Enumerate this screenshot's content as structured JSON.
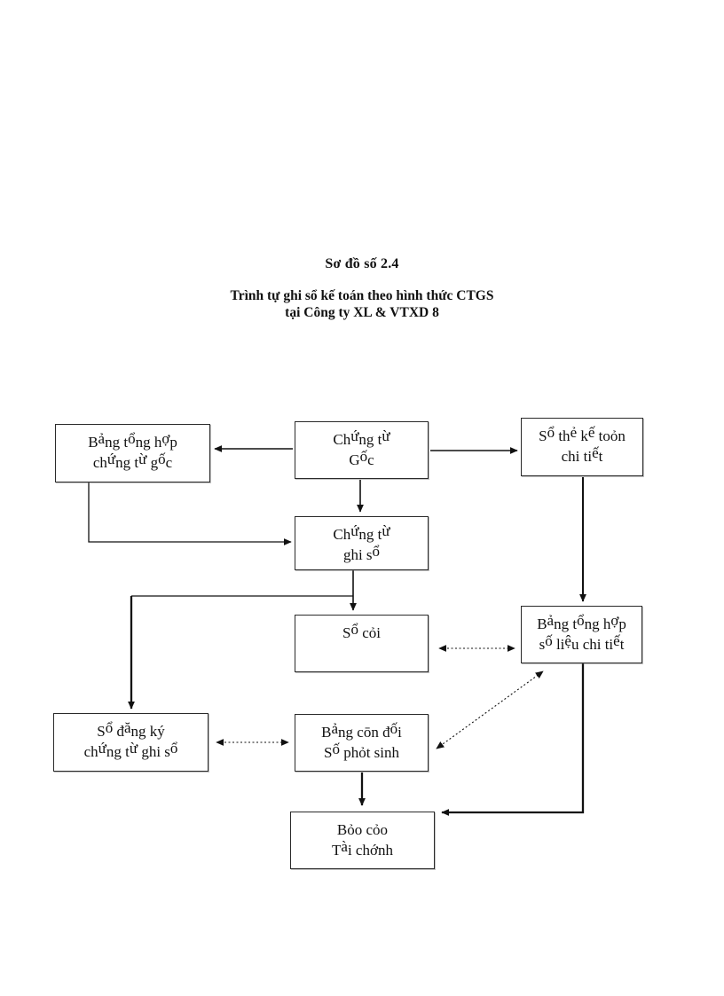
{
  "page": {
    "title": "Sơ đồ số 2.4",
    "subtitle_lines": [
      "Trình tự ghi sổ kế toán theo hình thức CTGS",
      "tại Công ty XL & VTXD 8"
    ]
  },
  "diagram": {
    "boxes": {
      "bang_tong_hop_chung_tu_goc": {
        "lines": [
          "Bảng tổng hợp",
          "chứng từ gốc"
        ]
      },
      "chung_tu_goc": {
        "lines": [
          "Chứng từ",
          "Gốc"
        ]
      },
      "so_the_ke_toan": {
        "lines": [
          "Sổ thẻ kế toỏn",
          "chi tiết"
        ]
      },
      "chung_tu_ghi_so": {
        "lines": [
          "Chứng từ",
          "ghi sổ"
        ]
      },
      "so_cai": {
        "lines": [
          "Sổ cỏi"
        ]
      },
      "bang_tong_hop_so_lieu": {
        "lines": [
          "Bảng tổng hợp",
          "số liệu chi tiết"
        ]
      },
      "so_dang_ky": {
        "lines": [
          "Sổ đăng ký",
          "chứng từ ghi sổ"
        ]
      },
      "bang_can_doi": {
        "lines": [
          "Bảng cōn đối",
          "Số phỏt sinh"
        ]
      },
      "bao_cao": {
        "lines": [
          "Bỏo cỏo",
          "Tài chớnh"
        ]
      }
    },
    "edges": [
      {
        "from": "chung_tu_goc",
        "to": "bang_tong_hop_chung_tu_goc",
        "style": "solid",
        "heads": 1
      },
      {
        "from": "chung_tu_goc",
        "to": "so_the_ke_toan",
        "style": "solid",
        "heads": 1
      },
      {
        "from": "chung_tu_goc",
        "to": "chung_tu_ghi_so",
        "style": "solid",
        "heads": 1
      },
      {
        "from": "bang_tong_hop_chung_tu_goc",
        "to": "chung_tu_ghi_so",
        "style": "solid",
        "heads": 1
      },
      {
        "from": "so_the_ke_toan",
        "to": "bang_tong_hop_so_lieu",
        "style": "solid",
        "heads": 1
      },
      {
        "from": "chung_tu_ghi_so",
        "to": "so_cai",
        "style": "solid",
        "heads": 1
      },
      {
        "from": "chung_tu_ghi_so",
        "to": "so_dang_ky",
        "style": "solid",
        "heads": 1
      },
      {
        "from": "so_cai",
        "to": "bang_tong_hop_so_lieu",
        "style": "dotted",
        "heads": 2
      },
      {
        "from": "so_dang_ky",
        "to": "bang_can_doi",
        "style": "dotted",
        "heads": 2
      },
      {
        "from": "bang_can_doi",
        "to": "bang_tong_hop_so_lieu",
        "style": "dotted",
        "heads": 2
      },
      {
        "from": "bang_can_doi",
        "to": "bao_cao",
        "style": "solid",
        "heads": 1
      },
      {
        "from": "bang_tong_hop_so_lieu",
        "to": "bao_cao",
        "style": "solid",
        "heads": 1
      }
    ],
    "colors": {
      "ink": "#111111",
      "paper": "#ffffff"
    }
  }
}
